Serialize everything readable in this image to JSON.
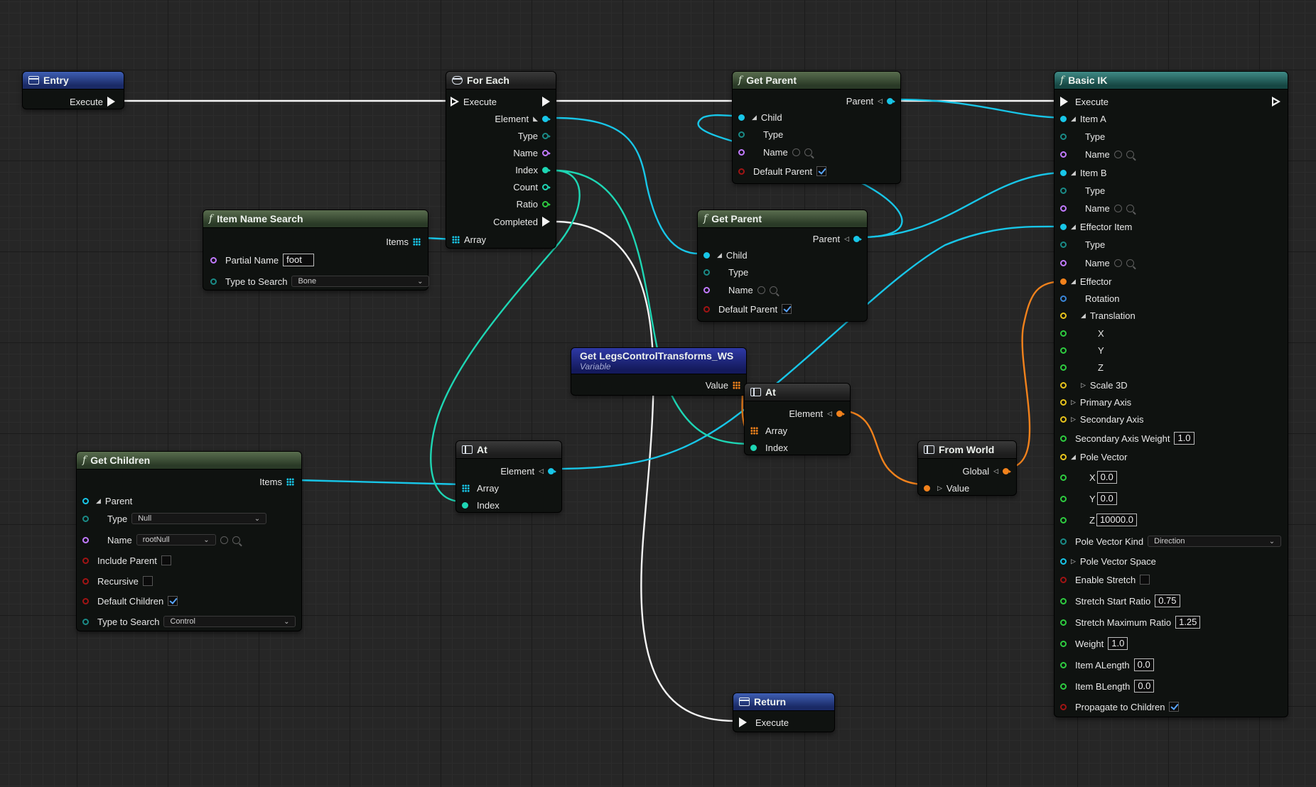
{
  "colors": {
    "exec": "#f4f4f4",
    "element": "#18c6e8",
    "int": "#1ed6b4",
    "name": "#c27bff",
    "bool": "#a01414",
    "vector": "#e8c41c",
    "float": "#2ecc40",
    "transform": "#f2821c",
    "rotator": "#3a86d8",
    "enum": "#1a8b87"
  },
  "entry": {
    "title": "Entry",
    "execute": "Execute"
  },
  "for_each": {
    "title": "For Each",
    "execute": "Execute",
    "element": "Element",
    "type": "Type",
    "name": "Name",
    "index": "Index",
    "count": "Count",
    "ratio": "Ratio",
    "completed": "Completed",
    "array": "Array"
  },
  "item_name_search": {
    "title": "Item Name Search",
    "items": "Items",
    "partial_name": "Partial Name",
    "partial_name_value": "foot",
    "type_to_search": "Type to Search",
    "type_to_search_value": "Bone"
  },
  "get_parent_1": {
    "title": "Get Parent",
    "parent": "Parent",
    "child": "Child",
    "type": "Type",
    "name": "Name",
    "default_parent": "Default Parent"
  },
  "get_parent_2": {
    "title": "Get Parent",
    "parent": "Parent",
    "child": "Child",
    "type": "Type",
    "name": "Name",
    "default_parent": "Default Parent"
  },
  "get_var": {
    "title": "Get LegsControlTransforms_WS",
    "subtitle": "Variable",
    "value": "Value"
  },
  "at_1": {
    "title": "At",
    "element": "Element",
    "array": "Array",
    "index": "Index"
  },
  "at_2": {
    "title": "At",
    "element": "Element",
    "array": "Array",
    "index": "Index"
  },
  "from_world": {
    "title": "From World",
    "global": "Global",
    "value": "Value"
  },
  "get_children": {
    "title": "Get Children",
    "items": "Items",
    "parent": "Parent",
    "type": "Type",
    "type_value": "Null",
    "name": "Name",
    "name_value": "rootNull",
    "include_parent": "Include Parent",
    "recursive": "Recursive",
    "default_children": "Default Children",
    "type_to_search": "Type to Search",
    "type_to_search_value": "Control"
  },
  "return": {
    "title": "Return",
    "execute": "Execute"
  },
  "basic_ik": {
    "title": "Basic IK",
    "execute": "Execute",
    "item_a": "Item A",
    "type_a": "Type",
    "name_a": "Name",
    "item_b": "Item B",
    "type_b": "Type",
    "name_b": "Name",
    "effector_item": "Effector Item",
    "type_e": "Type",
    "name_e": "Name",
    "effector": "Effector",
    "rotation": "Rotation",
    "translation": "Translation",
    "x": "X",
    "y": "Y",
    "z": "Z",
    "scale_3d": "Scale 3D",
    "primary_axis": "Primary Axis",
    "secondary_axis": "Secondary Axis",
    "secondary_axis_weight": "Secondary Axis Weight",
    "secondary_axis_weight_value": "1.0",
    "pole_vector": "Pole Vector",
    "pv_x": "X",
    "pv_x_value": "0.0",
    "pv_y": "Y",
    "pv_y_value": "0.0",
    "pv_z": "Z",
    "pv_z_value": "10000.0",
    "pole_vector_kind": "Pole Vector Kind",
    "pole_vector_kind_value": "Direction",
    "pole_vector_space": "Pole Vector Space",
    "enable_stretch": "Enable Stretch",
    "stretch_start_ratio": "Stretch Start Ratio",
    "stretch_start_ratio_value": "0.75",
    "stretch_maximum_ratio": "Stretch Maximum Ratio",
    "stretch_maximum_ratio_value": "1.25",
    "weight": "Weight",
    "weight_value": "1.0",
    "item_a_length": "Item ALength",
    "item_a_length_value": "0.0",
    "item_b_length": "Item BLength",
    "item_b_length_value": "0.0",
    "propagate_to_children": "Propagate to Children"
  }
}
